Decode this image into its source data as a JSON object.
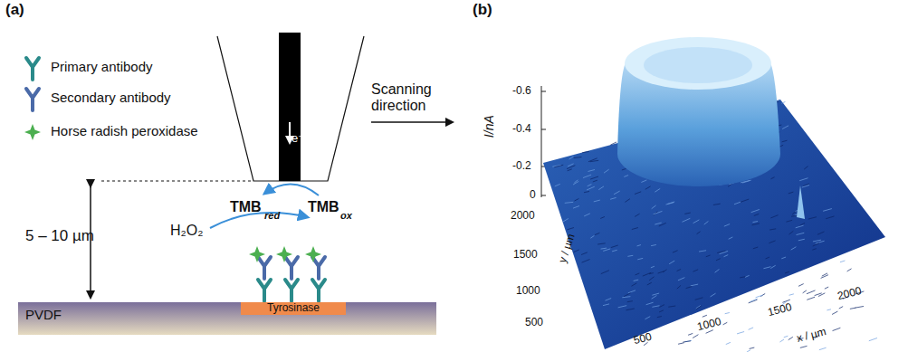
{
  "diagram": {
    "nodes": [
      {
        "text": [
          "PVDF"
        ]
      },
      {
        "text": [
          "Tyrosinase"
        ],
        "in": 0
      }
    ],
    "labels": [
      "(a)",
      "(b)",
      "Scanning direction",
      "e⁻",
      "TMB",
      "red",
      "TMB",
      "ox",
      "H₂O₂",
      "5 – 10 µm",
      "I/nA",
      "-0.6",
      "-0.4",
      "-0.2",
      "0",
      "2000",
      "1500",
      "1000",
      "500",
      "y / µm",
      "500",
      "1000",
      "1500",
      "2000",
      "x / µm"
    ],
    "legend": [
      {
        "text": "Primary antibody"
      },
      {
        "text": "Secondary antibody"
      },
      {
        "text": "Horse radish peroxidase"
      }
    ]
  }
}
